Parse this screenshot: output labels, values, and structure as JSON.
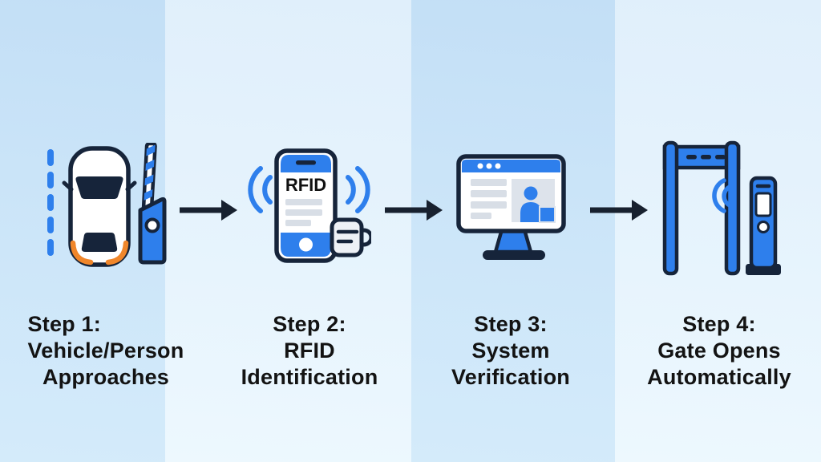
{
  "diagram_title": "RFID gate access process (4 steps)",
  "colors": {
    "accent_blue": "#2e7fec",
    "outline_navy": "#16243a",
    "arrow_dark": "#18212f",
    "orange_accent": "#f0862a",
    "ui_line_gray": "#d8dee6",
    "profile_card_gray": "#dde3eb",
    "band_dark_blue": "#cde6f9",
    "band_light_blue": "#e7f4fd",
    "text": "#131313"
  },
  "steps": [
    {
      "id": "step-1",
      "icon": "car-at-barrier-icon",
      "lines": [
        "Step 1:",
        "Vehicle/Person",
        "Approaches"
      ]
    },
    {
      "id": "step-2",
      "icon": "phone-rfid-icon",
      "device_label": "RFID",
      "lines": [
        "Step 2:",
        "RFID",
        "Identification"
      ]
    },
    {
      "id": "step-3",
      "icon": "monitor-verification-icon",
      "lines": [
        "Step 3:",
        "System",
        "Verification"
      ]
    },
    {
      "id": "step-4",
      "icon": "security-gate-icon",
      "lines": [
        "Step 4:",
        "Gate Opens",
        "Automatically"
      ]
    }
  ],
  "connectors": [
    {
      "icon": "arrow-right-icon"
    },
    {
      "icon": "arrow-right-icon"
    },
    {
      "icon": "arrow-right-icon"
    }
  ]
}
